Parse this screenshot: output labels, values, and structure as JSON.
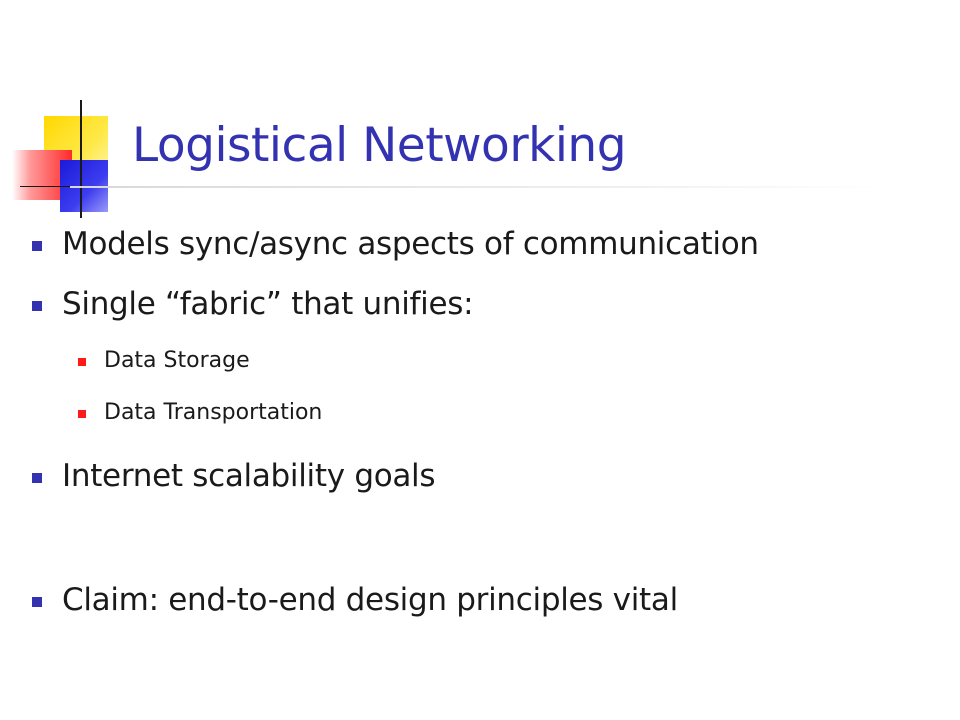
{
  "slide": {
    "title": "Logistical Networking",
    "bullets": [
      {
        "text": "Models sync/async aspects of communication",
        "level": 1
      },
      {
        "text": "Single “fabric” that unifies:",
        "level": 1
      },
      {
        "text": "Data Storage",
        "level": 2
      },
      {
        "text": "Data Transportation",
        "level": 2
      },
      {
        "text": "Internet scalability goals",
        "level": 1
      },
      {
        "text": "Claim: end-to-end design principles vital",
        "level": 1
      }
    ]
  },
  "colors": {
    "title": "#3333b2",
    "bullet_level1": "#3333b2",
    "bullet_level2": "#ff1a1a",
    "text": "#1a1a1a",
    "logo_yellow": "#ffd800",
    "logo_red": "#ff2a2a",
    "logo_blue": "#1a1ad8"
  }
}
